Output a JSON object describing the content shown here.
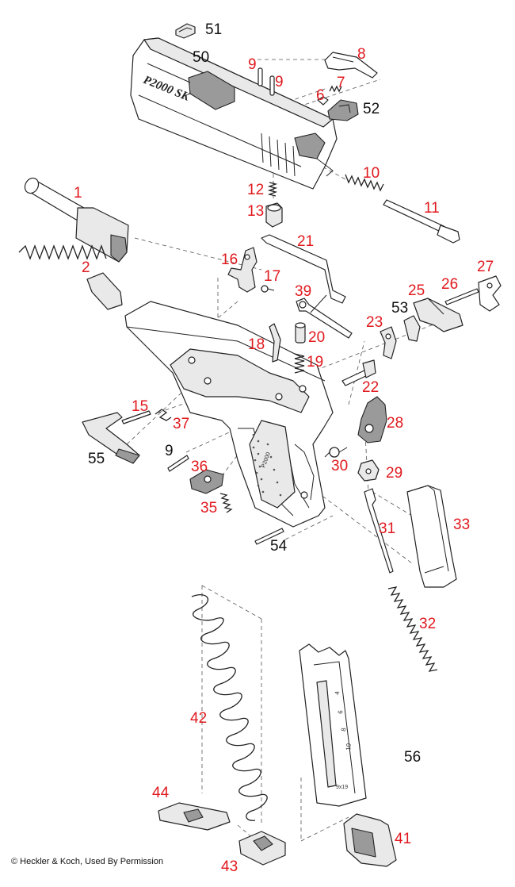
{
  "slide_marking": "P2000 SK",
  "frame_marking": "P2000",
  "magazine_markings": [
    "4",
    "6",
    "8",
    "10",
    "9x19"
  ],
  "copyright": "© Heckler & Koch, Used By Permission",
  "accent_red": "#e0191e",
  "labels": [
    {
      "text": "51",
      "color": "black",
      "part": "slide-plate"
    },
    {
      "text": "50",
      "color": "black",
      "part": "slide"
    },
    {
      "text": "9",
      "color": "red",
      "part": "pin"
    },
    {
      "text": "9",
      "color": "red",
      "part": "pin"
    },
    {
      "text": "8",
      "color": "red",
      "part": "extractor"
    },
    {
      "text": "7",
      "color": "red",
      "part": "extractor-spring"
    },
    {
      "text": "6",
      "color": "red",
      "part": "plunger"
    },
    {
      "text": "52",
      "color": "black",
      "part": "rear-sight"
    },
    {
      "text": "10",
      "color": "red",
      "part": "firing-pin-spring"
    },
    {
      "text": "11",
      "color": "red",
      "part": "firing-pin"
    },
    {
      "text": "12",
      "color": "red",
      "part": "spring"
    },
    {
      "text": "13",
      "color": "red",
      "part": "bushing"
    },
    {
      "text": "1",
      "color": "red",
      "part": "barrel"
    },
    {
      "text": "2",
      "color": "red",
      "part": "recoil-spring-assembly"
    },
    {
      "text": "21",
      "color": "red",
      "part": "trigger-bar"
    },
    {
      "text": "16",
      "color": "red",
      "part": "trigger"
    },
    {
      "text": "17",
      "color": "red",
      "part": "trigger-spring"
    },
    {
      "text": "39",
      "color": "red",
      "part": "lever"
    },
    {
      "text": "27",
      "color": "red",
      "part": "plate"
    },
    {
      "text": "25",
      "color": "red",
      "part": "catch"
    },
    {
      "text": "26",
      "color": "red",
      "part": "pin"
    },
    {
      "text": "53",
      "color": "black",
      "part": "control-housing"
    },
    {
      "text": "23",
      "color": "red",
      "part": "sear"
    },
    {
      "text": "18",
      "color": "red",
      "part": "catch-lever"
    },
    {
      "text": "20",
      "color": "red",
      "part": "plunger"
    },
    {
      "text": "19",
      "color": "red",
      "part": "spring"
    },
    {
      "text": "22",
      "color": "red",
      "part": "axle"
    },
    {
      "text": "15",
      "color": "red",
      "part": "pin"
    },
    {
      "text": "37",
      "color": "red",
      "part": "spring"
    },
    {
      "text": "28",
      "color": "red",
      "part": "hammer"
    },
    {
      "text": "55",
      "color": "black",
      "part": "slide-release"
    },
    {
      "text": "9",
      "color": "black",
      "part": "pin"
    },
    {
      "text": "36",
      "color": "red",
      "part": "magazine-catch"
    },
    {
      "text": "30",
      "color": "red",
      "part": "spring"
    },
    {
      "text": "29",
      "color": "red",
      "part": "decocking-part"
    },
    {
      "text": "35",
      "color": "red",
      "part": "spring"
    },
    {
      "text": "31",
      "color": "red",
      "part": "hammer-strut"
    },
    {
      "text": "33",
      "color": "red",
      "part": "backstrap"
    },
    {
      "text": "54",
      "color": "black",
      "part": "pin"
    },
    {
      "text": "32",
      "color": "red",
      "part": "hammer-spring"
    },
    {
      "text": "42",
      "color": "red",
      "part": "magazine-spring"
    },
    {
      "text": "56",
      "color": "black",
      "part": "magazine"
    },
    {
      "text": "44",
      "color": "red",
      "part": "floor-plate"
    },
    {
      "text": "41",
      "color": "red",
      "part": "follower"
    },
    {
      "text": "43",
      "color": "red",
      "part": "locking-plate"
    }
  ]
}
